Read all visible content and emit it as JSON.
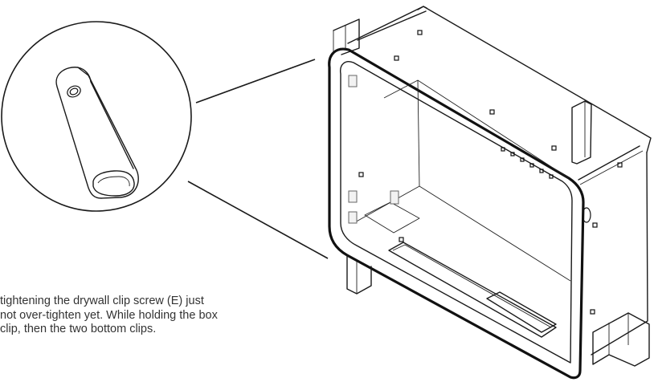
{
  "caption": {
    "line1": " tightening the drywall clip screw (E) just",
    "line2": "not over-tighten yet. While holding the box",
    "line3": "clip, then the two bottom clips."
  }
}
